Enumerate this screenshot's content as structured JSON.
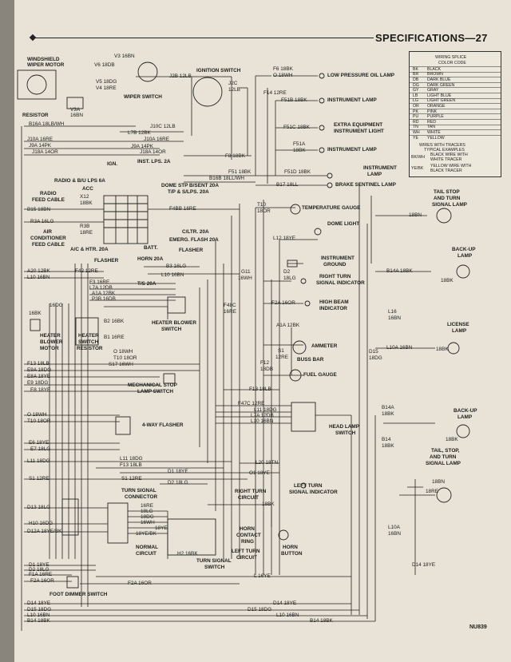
{
  "header": {
    "title": "SPECIFICATIONS—27"
  },
  "footer": {
    "code": "NU839"
  },
  "legend": {
    "title": "WIRING SPLICE",
    "subtitle": "COLOR CODE",
    "rows": [
      {
        "code": "BK",
        "name": "BLACK"
      },
      {
        "code": "BR",
        "name": "BROWN"
      },
      {
        "code": "DB",
        "name": "DARK BLUE"
      },
      {
        "code": "DG",
        "name": "DARK GREEN"
      },
      {
        "code": "GY",
        "name": "GRAY"
      },
      {
        "code": "LB",
        "name": "LIGHT BLUE"
      },
      {
        "code": "LG",
        "name": "LIGHT GREEN"
      },
      {
        "code": "OR",
        "name": "ORANGE"
      },
      {
        "code": "PK",
        "name": "PINK"
      },
      {
        "code": "PU",
        "name": "PURPLE"
      },
      {
        "code": "RD",
        "name": "RED"
      },
      {
        "code": "TN",
        "name": "TAN"
      },
      {
        "code": "WH",
        "name": "WHITE"
      },
      {
        "code": "YE",
        "name": "YELLOW"
      }
    ],
    "note1": "WIRES WITH TRACERS",
    "note2": "TYPICAL EXAMPLES",
    "ex1_code": "BK/WH",
    "ex1_a": "BLACK WIRE WITH",
    "ex1_b": "WHITE TRACER",
    "ex2_code": "YE/BK",
    "ex2_a": "YELLOW WIRE WITH",
    "ex2_b": "BLACK TRACER"
  },
  "labels": {
    "windshield1": "WINDSHIELD",
    "windshield2": "WIPER MOTOR",
    "v3_16bn": "V3 16BN",
    "v6_18db": "V6 18DB",
    "v5_18dg": "V5 18DG",
    "v4_18re": "V4 18RE",
    "wiper_switch": "WIPER SWITCH",
    "j2b_12lb": "J2B 12LB",
    "ignition_switch": "IGNITION SWITCH",
    "v3a": "V3A",
    "v3a_wire": "16BN",
    "resistor": "RESISTOR",
    "b16a": "B16A 18LB/WH",
    "j2c": "J2C",
    "j2c_wire": "12LB",
    "f6_18bk": "F6 18BK",
    "o_18wh": "O 18WH",
    "low_oil": "LOW PRESSURE OIL LAMP",
    "f14_12re": "F14 12RE",
    "f51b": "F51B 18BK",
    "instrument_lamp1": "INSTRUMENT LAMP",
    "f51c": "F51C 18BK",
    "extra1": "EXTRA EQUIPMENT",
    "extra2": "INSTRUMENT LIGHT",
    "f51a": "F51A",
    "f51a_wire": "18BK",
    "instrument_lamp2": "INSTRUMENT LAMP",
    "j10c": "J10C 12LB",
    "l7b": "L7B 12BK",
    "j10a_a": "J10A 16RE",
    "j10a_left": "J10A 16RE",
    "j9a_left": "J9A 14PK",
    "j18a_left": "J18A 14OR",
    "j9a": "J9A 14PK",
    "j18a": "J18A 14OR",
    "f8_18bk": "F8 18BK",
    "ign": "IGN.",
    "inst_lps": "INST. LPS. 2A",
    "radio_bu": "RADIO & B/U LPS 6A",
    "acc": "ACC",
    "f51_18bk": "F51 18BK",
    "f51d": "F51D 18BK",
    "instrument_lamp3": "INSTRUMENT",
    "instrument_lamp3b": "LAMP",
    "b16b": "B16B 18LL/WH",
    "b17": "B17 18LL",
    "brake": "BRAKE SENTINEL LAMP",
    "dome_stp": "DOME STP B/SENT 20A",
    "tps": "T/P & S/LPS. 20A",
    "radio_feed1": "RADIO",
    "radio_feed2": "FEED CABLE",
    "x12": "X12",
    "x12_wire": "18BK",
    "b15": "B15 18BN",
    "r3a": "R3A 16LG",
    "air1": "AIR",
    "air2": "CONDITIONER",
    "air3": "FEED CABLE",
    "r3b": "R3B",
    "r3b_wire": "18RE",
    "f4bb": "F4BB 16RE",
    "t10": "T10",
    "t10_wire": "18OR",
    "temp_gauge": "TEMPERATURE GAUGE",
    "dome_light": "DOME LIGHT",
    "cltr": "C/LTR. 20A",
    "emerg": "EMERG. FLASH 20A",
    "batt": "BATT.",
    "flasher": "FLASHER",
    "l12": "L12 18YE",
    "ac_htr": "A/C & HTR. 20A",
    "flasher2": "FLASHER",
    "b3_16lg": "B3 16LG",
    "horn20": "HORN 20A",
    "a20": "A20 12BK",
    "l10_16bn_left": "L10 16BN",
    "f42": "F42 12RE",
    "l10_16bn": "L10 16BN",
    "ts20": "T/S 20A",
    "f3": "F3 16RE",
    "l7a": "L7A 12DB",
    "a1a": "A1A 12BK",
    "p3b": "P3B 16DB",
    "g11": "G11",
    "g11_wire": "16WH",
    "inst_ground1": "INSTRUMENT",
    "inst_ground2": "GROUND",
    "d2_18lg": "D2",
    "d2_wire": "18LG",
    "right_turn1": "RIGHT TURN",
    "right_turn2": "SIGNAL INDICATOR",
    "f2a": "F2A 16OR",
    "high_beam1": "HIGH BEAM",
    "high_beam2": "INDICATOR",
    "16dg": "16DG",
    "16bk": "16BK",
    "heater1": "HEATER",
    "heater2": "BLOWER",
    "heater3": "MOTOR",
    "b2": "B2 16BK",
    "b1": "B1 16RE",
    "heater_sw1": "HEATER",
    "heater_sw2": "SWITCH",
    "heater_sw3": "RESISTOR",
    "heater_blower1": "HEATER BLOWER",
    "heater_blower2": "SWITCH",
    "f48c": "F48C",
    "f48c_wire": "16RE",
    "a1a_12bk": "A1A 12BK",
    "ammeter": "AMMETER",
    "s1": "S1",
    "s1_wire": "12RE",
    "buss_bar": "BUSS BAR",
    "o_18wh_mid": "O 18WH",
    "t10_18or": "T10 18OR",
    "s17": "S17 16WH",
    "f12": "F12",
    "f12_wire": "18DB",
    "fuel_gauge": "FUEL GAUGE",
    "f13_left": "F13 18LB",
    "e9a": "E9A 18DG",
    "e8a": "E8A 18YE",
    "e9_18dg": "E9 18DG",
    "e8_18ye": "E8 18YE",
    "mech_stop1": "MECHANICAL STOP",
    "mech_stop2": "LAMP SWITCH",
    "f13_18lb": "F13 18LB",
    "f47c": "F47C 12RE",
    "l11_18dg": "L11 18DG",
    "l7a_12db": "L7A 12DB",
    "l10_16bn_hl": "L10 16BN",
    "head_lamp1": "HEAD LAMP",
    "head_lamp2": "SWITCH",
    "o_18wh_low": "O 18WH",
    "t10_18or_low": "T10 18OR",
    "four_way": "4-WAY FLASHER",
    "e6": "E6 18YE",
    "e7": "E7 18LG",
    "l11_left": "L11 18DG",
    "l11_mid": "L11 18DG",
    "f13_mid": "F13 18LB",
    "l20": "L20 18TN",
    "s1_left": "S1 12RE",
    "s1_mid": "S1 12RE",
    "d1_18ye": "D1 18YE",
    "o1_18ye": "O1 18YE",
    "d2_18lg_mid": "D2 18LG",
    "left_turn1": "LEFT TURN",
    "left_turn2": "SIGNAL INDICATOR",
    "turn_conn1": "TURN SIGNAL",
    "turn_conn2": "CONNECTOR",
    "d13": "D13 18LG",
    "h10": "H10 16DG",
    "d12a": "D12A 18YE/BK",
    "16re": "16RE",
    "18lg": "18LG",
    "18dg": "18DG",
    "16wh": "16WH",
    "18ye": "18YE",
    "18ye_bk": "18YE/BK",
    "18bk_h": "18BK",
    "right_circ1": "RIGHT TURN",
    "right_circ2": "CIRCUIT",
    "horn1": "HORN",
    "horn2": "CONTACT",
    "horn3": "RING",
    "horn_btn1": "HORN",
    "horn_btn2": "BUTTON",
    "normal1": "NORMAL",
    "normal2": "CIRCUIT",
    "h2": "H2 16BK",
    "left_circ1": "LEFT TURN",
    "left_circ2": "CIRCUIT",
    "ts_switch1": "TURN SIGNAL",
    "ts_switch2": "SWITCH",
    "d1_left": "D1 18YE",
    "d2_left": "D2 18LG",
    "f1a": "F1A 16RE",
    "f2a_left": "F2A 16OR",
    "f2a_low": "F2A 16OR",
    "l16ye": "L 16YE",
    "foot_dimmer": "FOOT DIMMER SWITCH",
    "d14_left": "D14 18YE",
    "d15_left": "D15 18DG",
    "l10_left": "L10 16BN",
    "b14_left": "B14 18BK",
    "d14_bottom": "D14 18YE",
    "d15_bottom": "D15 18DG",
    "l10_bottom": "L10 16BN",
    "b14_bottom": "B14 18BK",
    "tail1": "TAIL STOP",
    "tail2": "AND TURN",
    "tail3": "SIGNAL LAMP",
    "18bn_r": "18BN",
    "backup1a": "BACK-UP",
    "backup1b": "LAMP",
    "b14a_r": "B14A 18BK",
    "18bk_r1": "18BK",
    "l16": "L16",
    "l16_wire": "16BN",
    "license1": "LICENSE",
    "license2": "LAMP",
    "l10a_r": "L10A 16BN",
    "18bk_r2": "18BK",
    "d15_r": "D15",
    "d15_r_wire": "18DG",
    "b14a_low": "B14A",
    "b14a_low_wire": "18BK",
    "backup2a": "BACK-UP",
    "backup2b": "LAMP",
    "b14_r": "B14",
    "b14_r_wire": "18BK",
    "18bk_r3": "18BK",
    "tail_b1": "TAIL, STOP,",
    "tail_b2": "AND TURN",
    "tail_b3": "SIGNAL LAMP",
    "18bn_r2": "18BN",
    "18re_r": "18RE",
    "l10a_low": "L10A",
    "l10a_low_wire": "16BN",
    "d14_r": "D14 18YE"
  }
}
